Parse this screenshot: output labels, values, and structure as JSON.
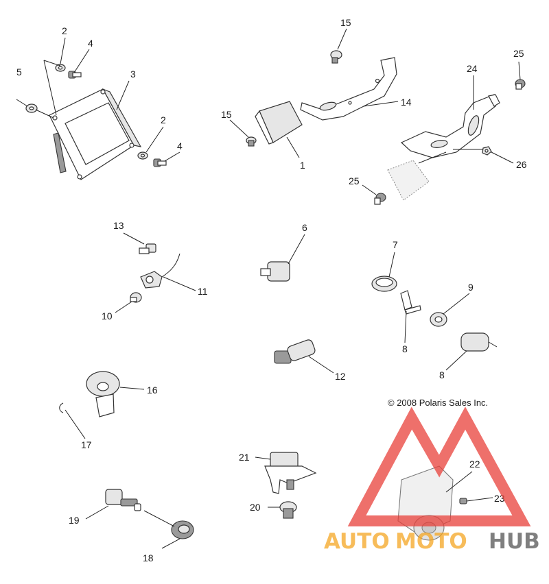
{
  "callouts": [
    "1",
    "2",
    "3",
    "4",
    "5",
    "6",
    "7",
    "8",
    "9",
    "10",
    "11",
    "12",
    "13",
    "14",
    "15",
    "16",
    "17",
    "18",
    "19",
    "20",
    "21",
    "22",
    "23",
    "24",
    "25",
    "26"
  ],
  "copyright": "© 2008 Polaris Sales Inc.",
  "watermark": {
    "part1": "AUTO",
    "part2": "MOTO",
    "part3": "HUB"
  },
  "colors": {
    "watermark_red": "#e8403a",
    "watermark_orange": "#f5a623",
    "watermark_gray": "#555555",
    "line": "#333333"
  },
  "icons": [
    "warning-triangle-logo"
  ]
}
